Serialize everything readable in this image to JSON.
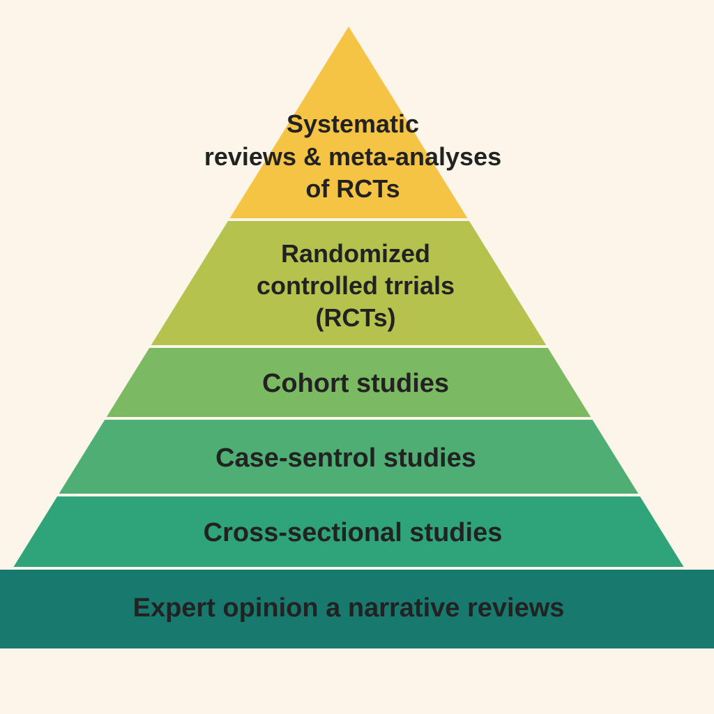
{
  "background_color": "#FBF5EA",
  "text_color": "#222222",
  "pyramid": {
    "levels": [
      {
        "name": "systematic-reviews",
        "label": "Systematic reviews & meta-analyses of RCTs",
        "lines": [
          "Systematic",
          "reviews & meta-analyses",
          "of RCTs"
        ],
        "color": "#F6C444"
      },
      {
        "name": "randomized-controlled-trials",
        "label": "Randomized controlled trrials (RCTs)",
        "lines": [
          "Randomized",
          "controlled trrials",
          "(RCTs)"
        ],
        "color": "#B5C24D"
      },
      {
        "name": "cohort-studies",
        "label": "Cohort studies",
        "lines": [
          "Cohort studies"
        ],
        "color": "#7BBA62"
      },
      {
        "name": "case-control-studies",
        "label": "Case-sentrol studies",
        "lines": [
          "Case-sentrol studies"
        ],
        "color": "#4EAE73"
      },
      {
        "name": "cross-sectional-studies",
        "label": "Cross-sectional studies",
        "lines": [
          "Cross-sectional studies"
        ],
        "color": "#2FA37A"
      },
      {
        "name": "expert-opinion",
        "label": "Expert opinion a narrative reviews",
        "lines": [
          "Expert opinion a narrative reviews"
        ],
        "color": "#187A6F"
      }
    ]
  }
}
